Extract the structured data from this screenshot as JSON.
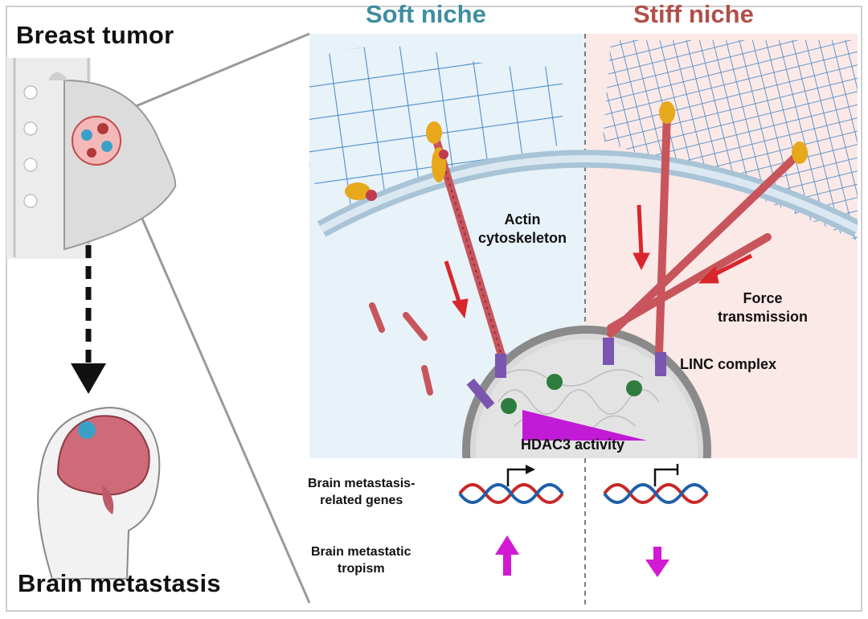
{
  "left": {
    "top_title": "Breast tumor",
    "bottom_title": "Brain metastasis"
  },
  "panels": {
    "soft_title": "Soft niche",
    "stiff_title": "Stiff niche",
    "soft_color": "#3f8ea0",
    "stiff_color": "#b0504a",
    "soft_bg": "#e8f2f9",
    "stiff_bg": "#fbe9e7"
  },
  "labels": {
    "actin": "Actin\ncytoskeleton",
    "force": "Force\ntransmission",
    "linc": "LINC complex",
    "hdac3": "HDAC3 activity",
    "genes": "Brain metastasis-\nrelated genes",
    "tropism": "Brain metastatic\ntropism"
  },
  "icons": [
    "breast-icon",
    "brain-head-icon",
    "dashed-down-arrow-icon",
    "ecm-mesh-icon",
    "integrin-icon",
    "actin-fiber-icon",
    "nucleus-icon",
    "dna-icon",
    "promoter-arrow-icon",
    "promoter-block-icon",
    "force-arrow-icon",
    "up-arrow-icon",
    "down-arrow-icon"
  ],
  "colors": {
    "arrow_red": "#d9262c",
    "magenta": "#d21ad2",
    "mesh_blue": "#4f8fc9",
    "actin_red": "#c8555c"
  }
}
